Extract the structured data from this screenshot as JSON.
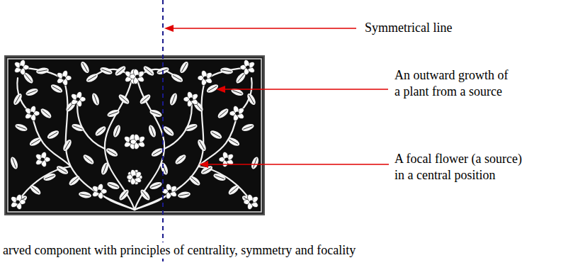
{
  "diagram": {
    "caption": "arved component with principles of centrality, symmetry and focality",
    "labels": [
      "Symmetrical line",
      "An outward growth of a plant from a source",
      "A focal flower (a source) in a central position"
    ]
  }
}
